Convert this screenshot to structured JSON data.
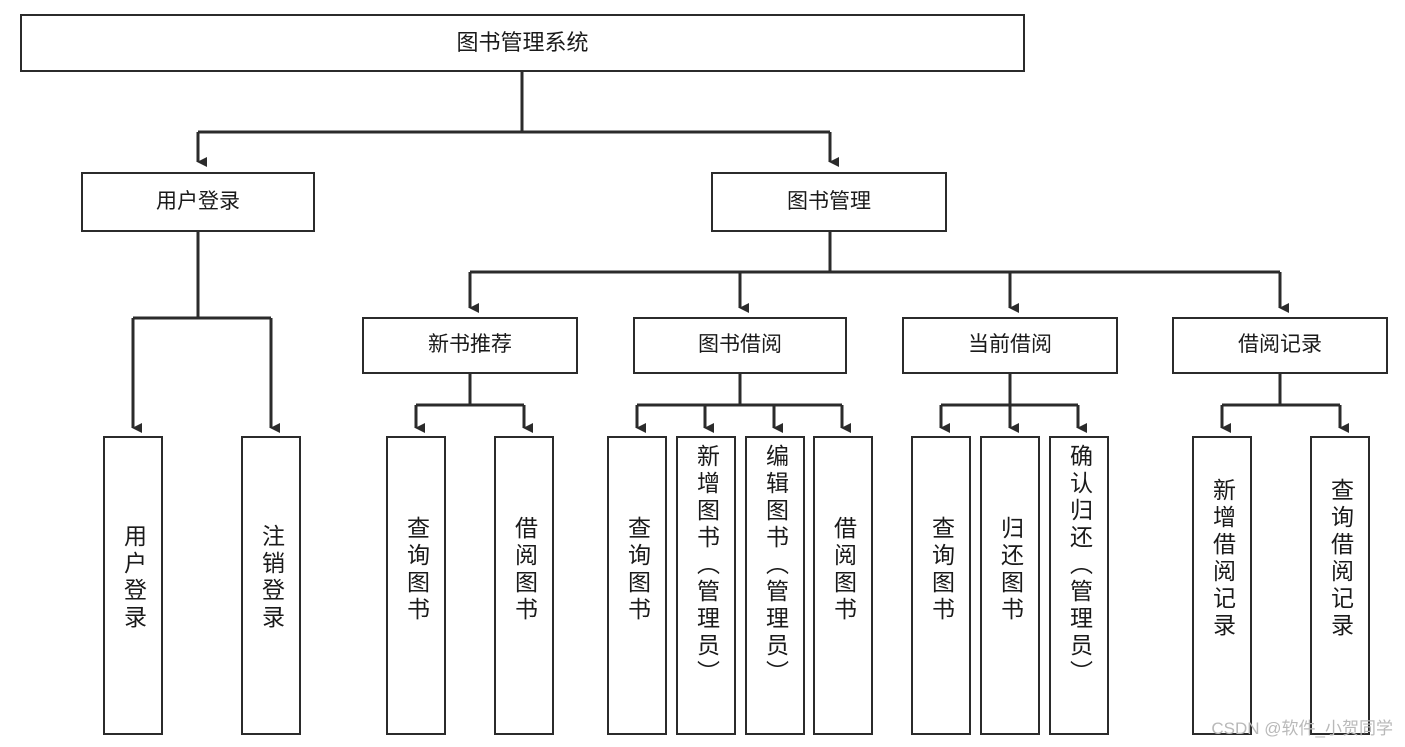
{
  "diagram": {
    "title": "图书管理系统",
    "type": "tree-hierarchy-diagram",
    "colors": {
      "box_border": "#2b2b2b",
      "box_fill": "#ffffff",
      "connector": "#2b2b2b",
      "text": "#1a1a1a",
      "watermark": "#b9b9b9",
      "background": "#ffffff"
    },
    "root": {
      "label": "图书管理系统"
    },
    "level2": [
      {
        "label": "用户登录"
      },
      {
        "label": "图书管理"
      }
    ],
    "level3": [
      {
        "label": "新书推荐"
      },
      {
        "label": "图书借阅"
      },
      {
        "label": "当前借阅"
      },
      {
        "label": "借阅记录"
      }
    ],
    "leaves": {
      "user_login": [
        {
          "label": "用户登录"
        },
        {
          "label": "注销登录"
        }
      ],
      "new_book_recommend": [
        {
          "label": "查询图书"
        },
        {
          "label": "借阅图书"
        }
      ],
      "book_borrow": [
        {
          "label": "查询图书"
        },
        {
          "label": "新增图书（管理员）"
        },
        {
          "label": "编辑图书（管理员）"
        },
        {
          "label": "借阅图书"
        }
      ],
      "current_borrow": [
        {
          "label": "查询图书"
        },
        {
          "label": "归还图书"
        },
        {
          "label": "确认归还（管理员）"
        }
      ],
      "borrow_records": [
        {
          "label": "新增借阅记录"
        },
        {
          "label": "查询借阅记录"
        }
      ]
    }
  },
  "watermark": {
    "text": "CSDN @软件_小贺同学"
  }
}
